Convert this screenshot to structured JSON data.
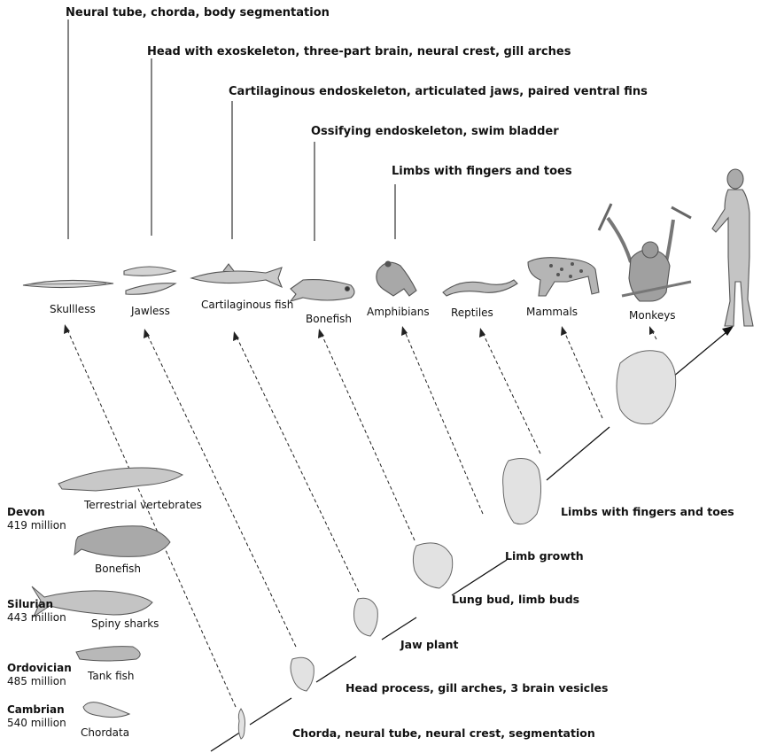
{
  "top_features": [
    "Neural tube, chorda, body segmentation",
    "Head with exoskeleton, three-part brain, neural crest, gill arches",
    "Cartilaginous endoskeleton, articulated jaws, paired ventral fins",
    "Ossifying endoskeleton, swim bladder",
    "Limbs with fingers and toes"
  ],
  "taxa": [
    "Skullless",
    "Jawless",
    "Cartilaginous fish",
    "Bonefish",
    "Amphibians",
    "Reptiles",
    "Mammals",
    "Monkeys"
  ],
  "embryo_stages": [
    "Chorda, neural tube, neural crest, segmentation",
    "Head process, gill arches, 3 brain vesicles",
    "Jaw plant",
    "Lung bud, limb buds",
    "Limb growth",
    "Limbs with fingers and toes"
  ],
  "periods": [
    {
      "name": "Devon",
      "age": "419 million"
    },
    {
      "name": "Silurian",
      "age": "443 million"
    },
    {
      "name": "Ordovician",
      "age": "485 million"
    },
    {
      "name": "Cambrian",
      "age": "540 million"
    }
  ],
  "fossils": [
    "Terrestrial vertebrates",
    "Bonefish",
    "Spiny sharks",
    "Tank fish",
    "Chordata"
  ]
}
